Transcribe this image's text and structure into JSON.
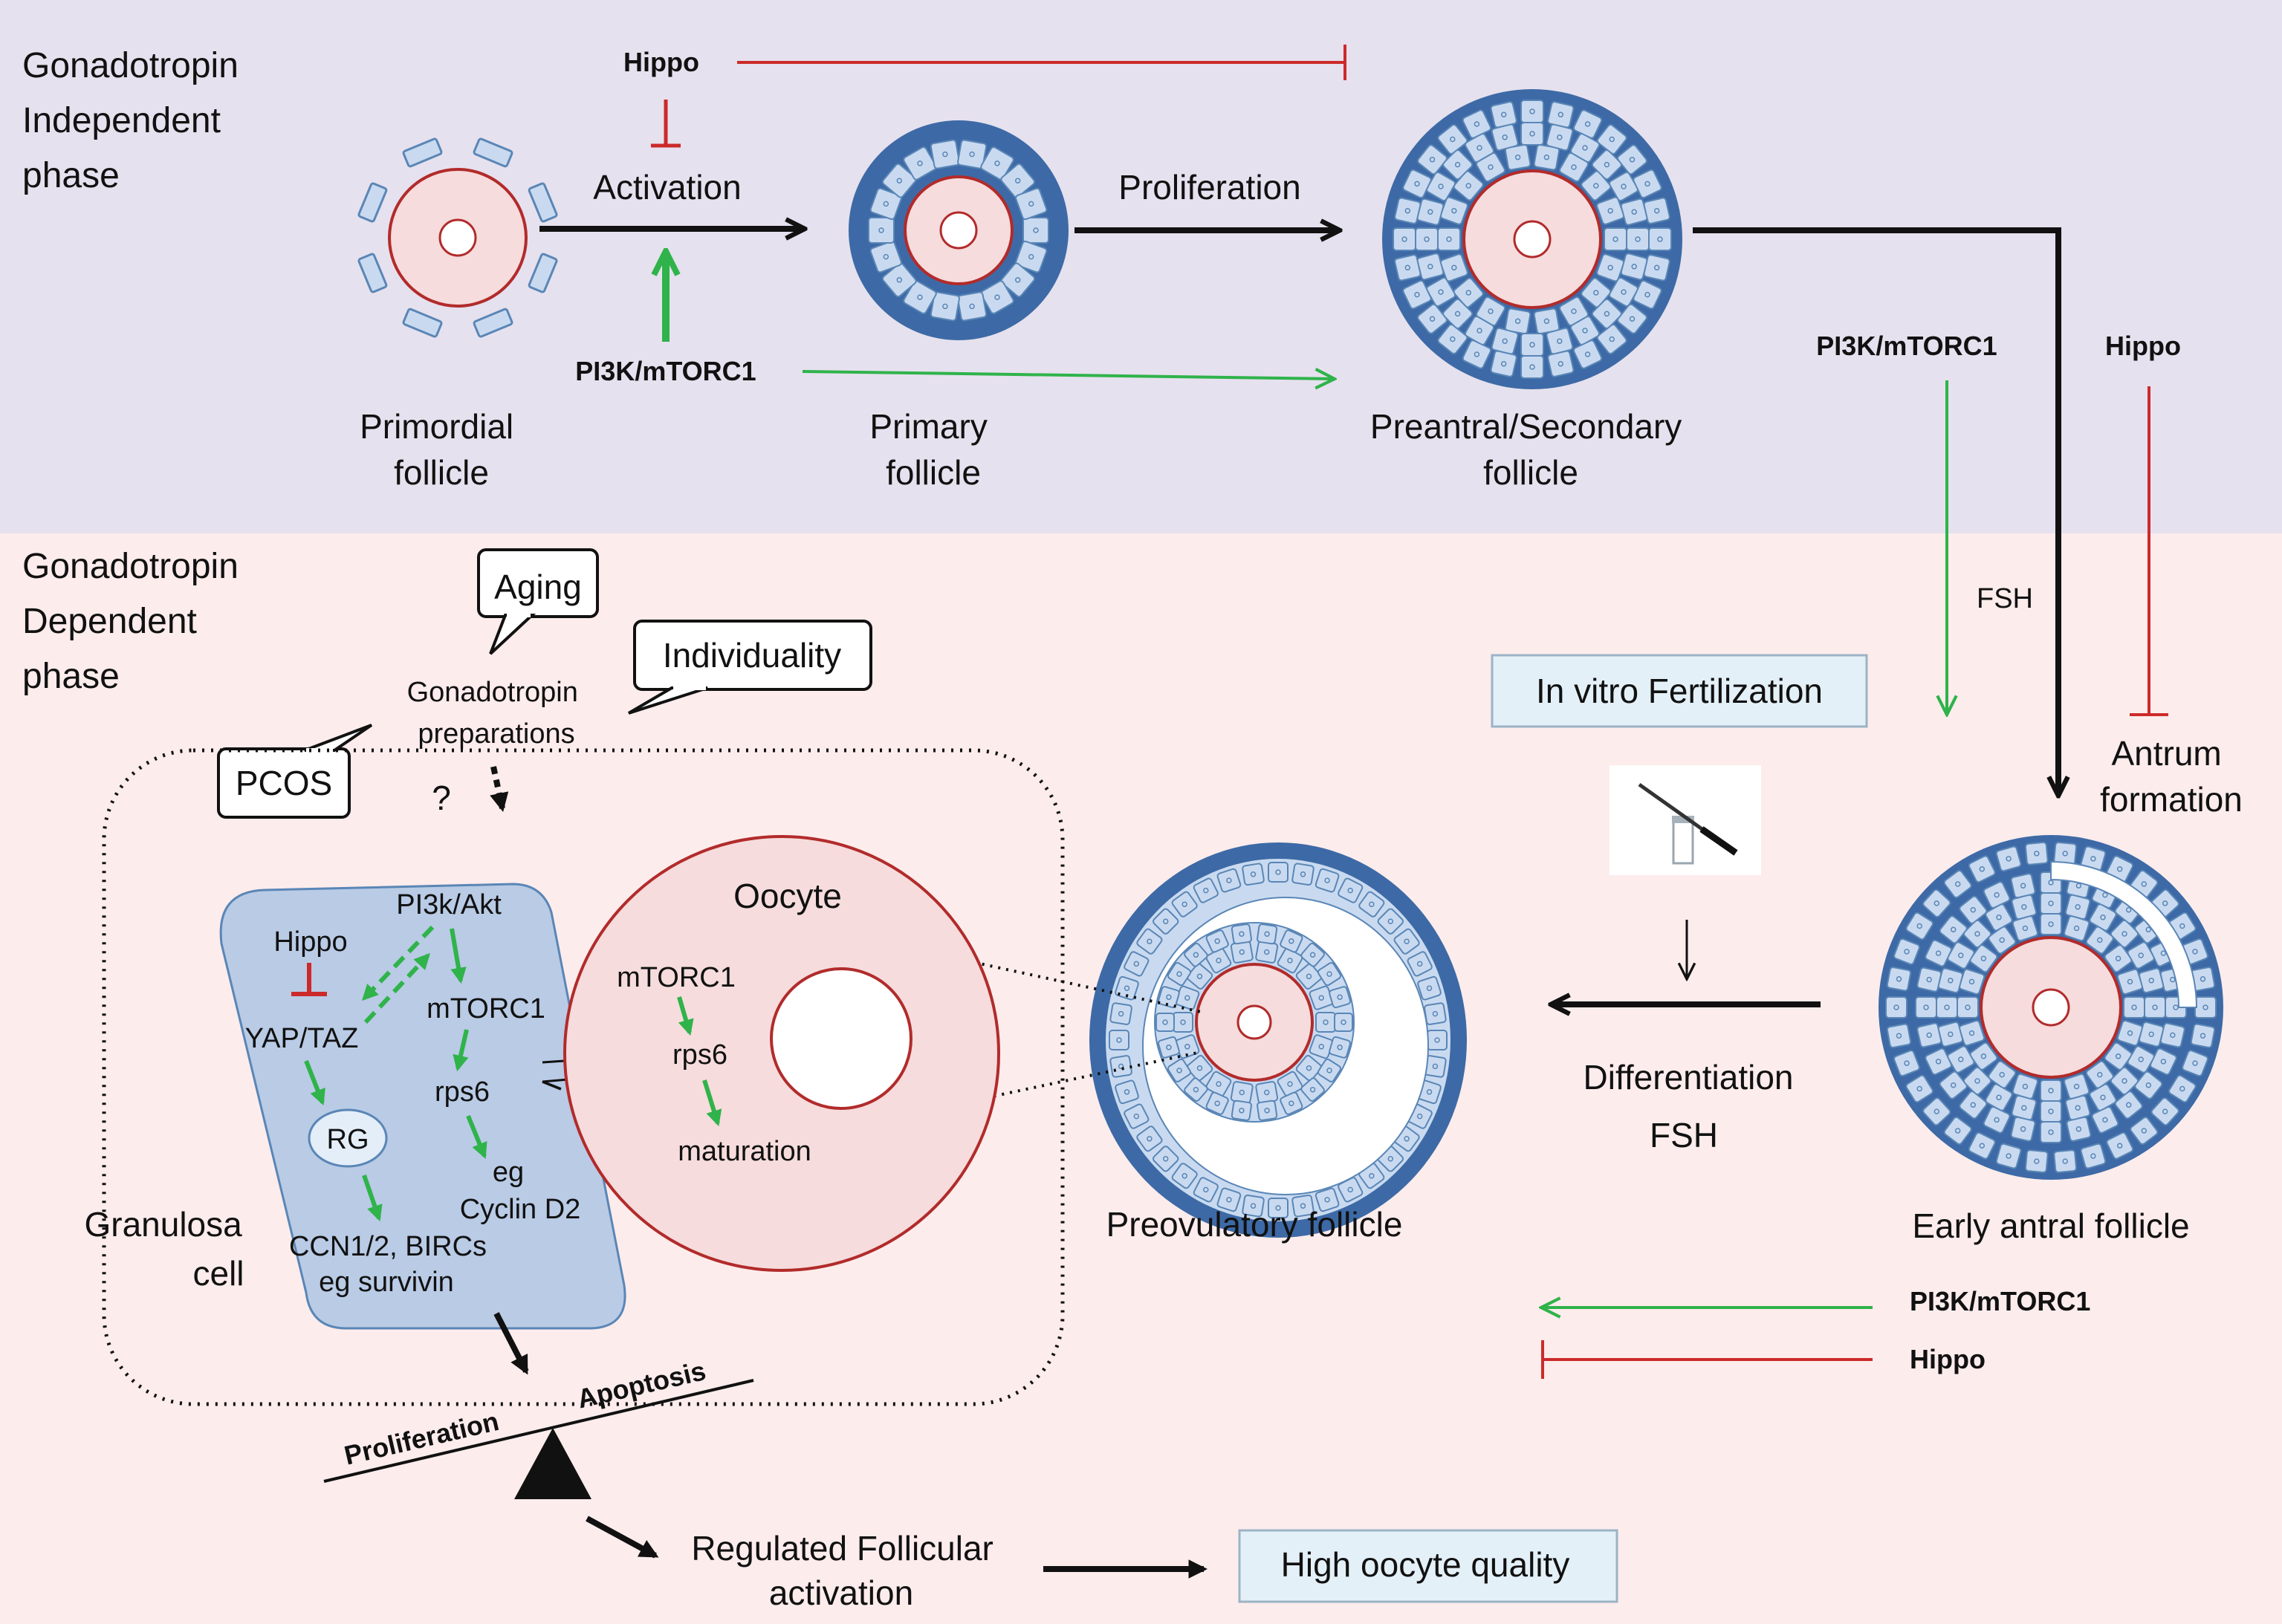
{
  "phases": {
    "independent": [
      "Gonadotropin",
      "Independent",
      "phase"
    ],
    "dependent": [
      "Gonadotropin",
      "Dependent",
      "phase"
    ]
  },
  "regulators": {
    "hippo": "Hippo",
    "pi3k_mtorc1": "PI3K/mTORC1"
  },
  "steps": {
    "activation": "Activation",
    "proliferation": "Proliferation",
    "fsh": "FSH",
    "antrum": [
      "Antrum",
      "formation"
    ],
    "differentiation": "Differentiation",
    "diff_fsh": "FSH"
  },
  "follicles": {
    "primordial": [
      "Primordial",
      "follicle"
    ],
    "primary": [
      "Primary",
      "follicle"
    ],
    "secondary": [
      "Preantral/Secondary",
      "follicle"
    ],
    "early_antral": "Early antral follicle",
    "preovulatory": "Preovulatory follicle"
  },
  "factors": {
    "aging": "Aging",
    "individuality": "Individuality",
    "pcos": "PCOS",
    "gonadotropin": [
      "Gonadotropin",
      "preparations"
    ],
    "question": "?"
  },
  "ivf": "In vitro Fertilization",
  "granulosa": {
    "label": [
      "Granulosa",
      "cell"
    ],
    "hippo": "Hippo",
    "pi3k_akt": "PI3k/Akt",
    "yap_taz": "YAP/TAZ",
    "mtorc1": "mTORC1",
    "rps6": "rps6",
    "rg": "RG",
    "eg": "eg",
    "cyclin": "Cyclin D2",
    "ccn": "CCN1/2, BIRCs",
    "survivin": "eg survivin"
  },
  "oocyte": {
    "title": "Oocyte",
    "mtorc1": "mTORC1",
    "rps6": "rps6",
    "maturation": "maturation"
  },
  "balance": {
    "proliferation": "Proliferation",
    "apoptosis": "Apoptosis"
  },
  "outcome": {
    "regulated": [
      "Regulated Follicular",
      "activation"
    ],
    "quality": "High oocyte quality"
  },
  "colors": {
    "top_band": "#e6e1ee",
    "bottom_band": "#fdecec",
    "green": "#2fb34a",
    "red": "#cc2a2a",
    "cell_fill": "#c9daf0",
    "cell_stroke": "#5a86b6",
    "theca": "#3d6aa6",
    "oocyte_fill": "#f6dcdc",
    "oocyte_stroke": "#b22b2b",
    "granulosa_box": "#b9cbe5",
    "callout_fill": "#e4f0f7"
  }
}
